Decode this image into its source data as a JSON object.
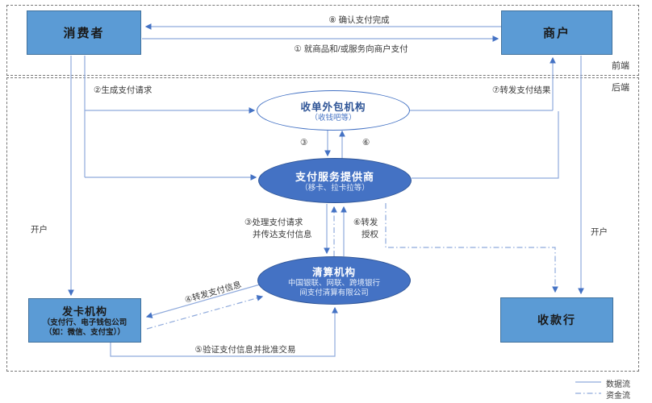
{
  "diagram": {
    "sections": {
      "frontend_label": "前端",
      "backend_label": "后端"
    },
    "nodes": {
      "consumer": {
        "title": "消费者"
      },
      "merchant": {
        "title": "商户"
      },
      "acquiring_outsourcer": {
        "title": "收单外包机构",
        "subtitle": "（收钱吧等）"
      },
      "psp": {
        "title": "支付服务提供商",
        "subtitle": "（移卡、拉卡拉等）"
      },
      "clearing": {
        "title": "清算机构",
        "subtitle1": "中国银联、网联、跨境银行",
        "subtitle2": "间支付清算有限公司"
      },
      "issuer": {
        "title": "发卡机构",
        "subtitle1": "（支付行、电子钱包公司",
        "subtitle2": "（如：微信、支付宝））"
      },
      "receiving_bank": {
        "title": "收款行"
      }
    },
    "flows": {
      "f1": "① 就商品和/或服务向商户支付",
      "f2": "②生成支付请求",
      "f3_num": "③",
      "f3_line1": "③处理支付请求",
      "f3_line2": "并传达支付信息",
      "f4": "④转发支付信息",
      "f5": "⑤验证支付信息并批准交易",
      "f6_num": "⑥",
      "f6_line1": "⑥转发",
      "f6_line2": "授权",
      "f7": "⑦转发支付结果",
      "f8": "⑧ 确认支付完成",
      "open_account_left": "开户",
      "open_account_right": "开户"
    },
    "legend": {
      "data_flow": "数据流",
      "fund_flow": "资金流"
    },
    "colors": {
      "box_fill": "#5B9BD5",
      "box_border": "#41719C",
      "ellipse_fill": "#4472C4",
      "ellipse_border": "#2F5597",
      "line": "#8FAADC",
      "arrowhead": "#4472C4",
      "dashed_frame": "#777777"
    }
  }
}
